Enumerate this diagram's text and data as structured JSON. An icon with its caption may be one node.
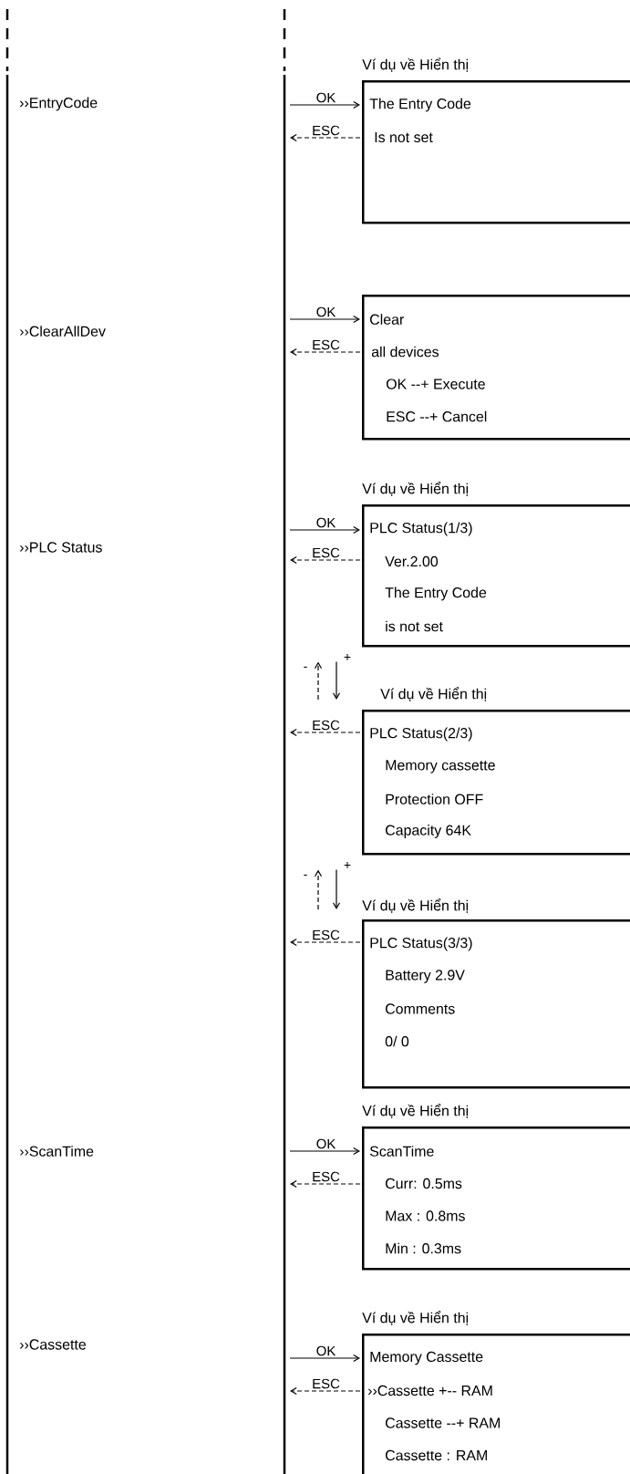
{
  "diagram": {
    "nodes": [
      {
        "text": [
          "››EntryCode"
        ]
      },
      {
        "text": [
          "Ví dụ về Hiển thị",
          "The Entry Code",
          "Is not set"
        ]
      },
      {
        "text": [
          "››ClearAllDev"
        ]
      },
      {
        "text": [
          "Clear",
          "all devices",
          "OK --+ Execute",
          "ESC --+ Cancel"
        ]
      },
      {
        "text": [
          "››PLC Status"
        ]
      },
      {
        "text": [
          "Ví dụ về Hiển thị",
          "PLC Status(1/3)",
          "Ver.2.00",
          "The Entry Code",
          "is not set"
        ]
      },
      {
        "text": [
          "Ví dụ về Hiển thị",
          "PLC Status(2/3)",
          "Memory cassette",
          "Protection OFF",
          "Capacity 64K"
        ]
      },
      {
        "text": [
          "Ví dụ về Hiển thị",
          "PLC Status(3/3)",
          "Battery 2.9V",
          "Comments",
          "0/ 0"
        ]
      },
      {
        "text": [
          "››ScanTime"
        ]
      },
      {
        "text": [
          "Ví dụ về Hiển thị",
          "ScanTime",
          "Curr: 0.5ms",
          "Max : 0.8ms",
          "Min : 0.3ms"
        ]
      },
      {
        "text": [
          "››Cassette"
        ]
      },
      {
        "text": [
          "Ví dụ về Hiển thị",
          "Memory Cassette",
          "››Cassette +-- RAM",
          "Cassette --+ RAM",
          "Cassette : RAM"
        ]
      }
    ],
    "edges": [
      {
        "from": null,
        "to": 1,
        "arrow": "to",
        "label": "OK"
      },
      {
        "from": 1,
        "to": null,
        "arrow": "to",
        "label": "ESC",
        "style": "dashed"
      },
      {
        "from": null,
        "to": 3,
        "arrow": "to",
        "label": "OK"
      },
      {
        "from": 3,
        "to": null,
        "arrow": "to",
        "label": "ESC",
        "style": "dashed"
      },
      {
        "from": null,
        "to": 5,
        "arrow": "to",
        "label": "OK"
      },
      {
        "from": 5,
        "to": null,
        "arrow": "to",
        "label": "ESC",
        "style": "dashed"
      },
      {
        "from": 6,
        "to": 5,
        "arrow": "to",
        "label": "-",
        "style": "dashed"
      },
      {
        "from": 5,
        "to": 6,
        "arrow": "to",
        "label": "+"
      },
      {
        "from": 6,
        "to": null,
        "arrow": "to",
        "label": "ESC",
        "style": "dashed"
      },
      {
        "from": 7,
        "to": 6,
        "arrow": "to",
        "label": "-",
        "style": "dashed"
      },
      {
        "from": 6,
        "to": 7,
        "arrow": "to",
        "label": "+"
      },
      {
        "from": 7,
        "to": null,
        "arrow": "to",
        "label": "ESC",
        "style": "dashed"
      },
      {
        "from": null,
        "to": 9,
        "arrow": "to",
        "label": "OK"
      },
      {
        "from": 9,
        "to": null,
        "arrow": "to",
        "label": "ESC",
        "style": "dashed"
      },
      {
        "from": null,
        "to": 11,
        "arrow": "to",
        "label": "OK"
      },
      {
        "from": 11,
        "to": null,
        "arrow": "to",
        "label": "ESC",
        "style": "dashed"
      }
    ]
  }
}
